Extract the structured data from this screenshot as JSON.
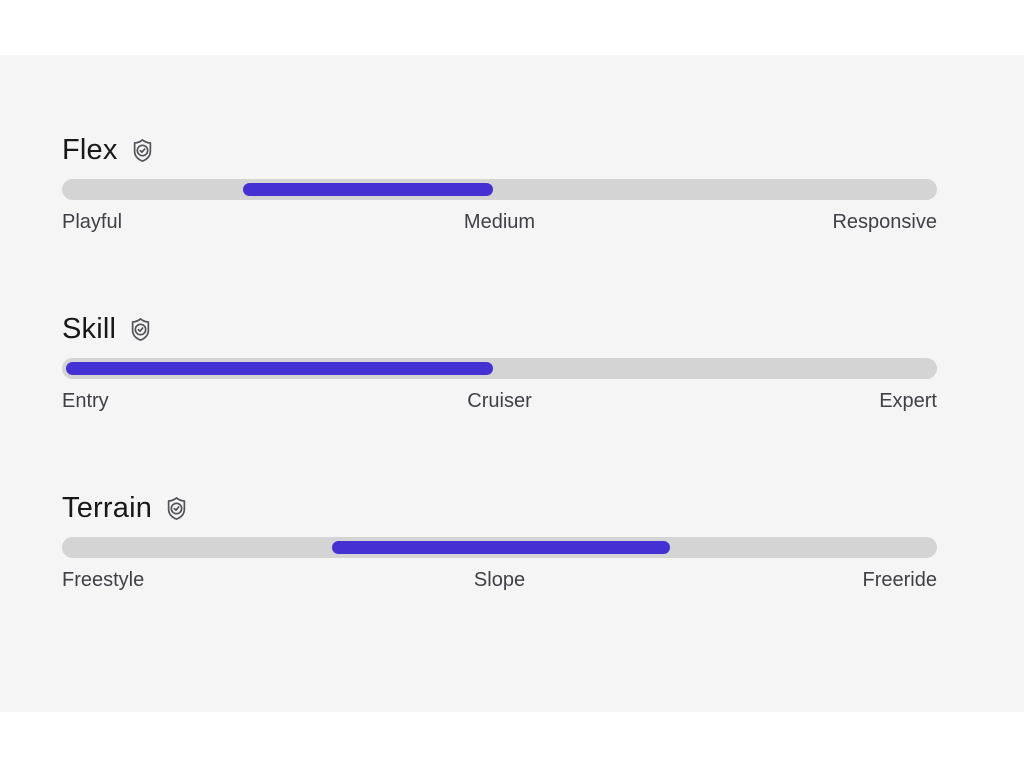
{
  "page": {
    "background": "#ffffff",
    "panel_background": "#f5f5f5"
  },
  "colors": {
    "track": "#d4d4d4",
    "fill": "#4531d3",
    "heading": "#18181b",
    "label": "#3f3f46",
    "icon": "#52525b"
  },
  "sliders": [
    {
      "title": "Flex",
      "icon": "shield-check-icon",
      "fill": {
        "left_pct": 20.7,
        "width_pct": 28.6
      },
      "labels": {
        "left": "Playful",
        "center": "Medium",
        "right": "Responsive"
      }
    },
    {
      "title": "Skill",
      "icon": "shield-check-icon",
      "fill": {
        "left_pct": 0.4,
        "width_pct": 48.9
      },
      "labels": {
        "left": "Entry",
        "center": "Cruiser",
        "right": "Expert"
      }
    },
    {
      "title": "Terrain",
      "icon": "shield-check-icon",
      "fill": {
        "left_pct": 30.9,
        "width_pct": 38.6
      },
      "labels": {
        "left": "Freestyle",
        "center": "Slope",
        "right": "Freeride"
      }
    }
  ]
}
